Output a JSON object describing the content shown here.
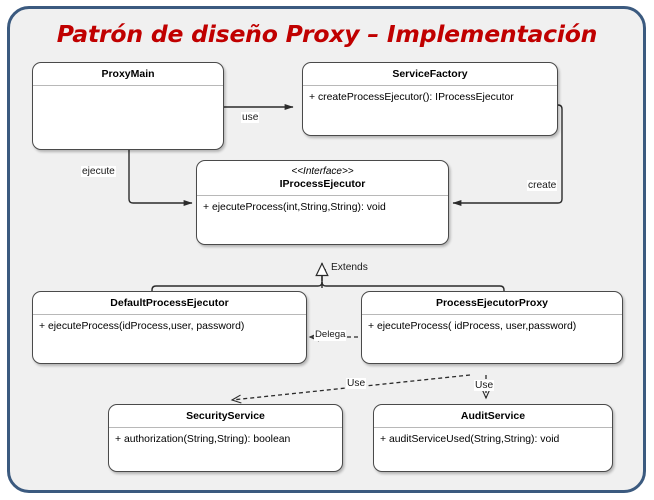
{
  "slide": {
    "title": "Patrón de diseño Proxy – Implementación",
    "title_color": "#c00000",
    "frame_border_color": "#3b5a7f",
    "frame_background": "#f0f0f0"
  },
  "diagram": {
    "type": "uml-class-diagram",
    "classes": [
      {
        "id": "proxy-main",
        "name": "ProxyMain",
        "stereotype": "",
        "members": []
      },
      {
        "id": "service-factory",
        "name": "ServiceFactory",
        "stereotype": "",
        "members": [
          "+ createProcessEjecutor(): IProcessEjecutor"
        ]
      },
      {
        "id": "iprocess-ejecutor",
        "name": "IProcessEjecutor",
        "stereotype": "<<Interface>>",
        "members": [
          "+ ejecuteProcess(int,String,String): void"
        ]
      },
      {
        "id": "default-process-ejecutor",
        "name": "DefaultProcessEjecutor",
        "stereotype": "",
        "members": [
          "+ ejecuteProcess(idProcess,user, password)"
        ]
      },
      {
        "id": "process-ejecutor-proxy",
        "name": "ProcessEjecutorProxy",
        "stereotype": "",
        "members": [
          "+ ejecuteProcess( idProcess, user,password)"
        ]
      },
      {
        "id": "security-service",
        "name": "SecurityService",
        "stereotype": "",
        "members": [
          "+ authorization(String,String): boolean"
        ]
      },
      {
        "id": "audit-service",
        "name": "AuditService",
        "stereotype": "",
        "members": [
          "+ auditServiceUsed(String,String): void"
        ]
      }
    ],
    "relations": [
      {
        "id": "use",
        "label": "use",
        "from": "proxy-main",
        "to": "service-factory",
        "kind": "association"
      },
      {
        "id": "ejecute",
        "label": "ejecute",
        "from": "proxy-main",
        "to": "iprocess-ejecutor",
        "kind": "association"
      },
      {
        "id": "create",
        "label": "create",
        "from": "service-factory",
        "to": "iprocess-ejecutor",
        "kind": "association"
      },
      {
        "id": "extends",
        "label": "Extends",
        "from": "default-process-ejecutor",
        "to": "iprocess-ejecutor",
        "kind": "generalization"
      },
      {
        "id": "delega",
        "label": "Delega",
        "from": "process-ejecutor-proxy",
        "to": "default-process-ejecutor",
        "kind": "dependency"
      },
      {
        "id": "use-security",
        "label": "Use",
        "from": "process-ejecutor-proxy",
        "to": "security-service",
        "kind": "dependency"
      },
      {
        "id": "use-audit",
        "label": "Use",
        "from": "process-ejecutor-proxy",
        "to": "audit-service",
        "kind": "dependency"
      }
    ]
  }
}
